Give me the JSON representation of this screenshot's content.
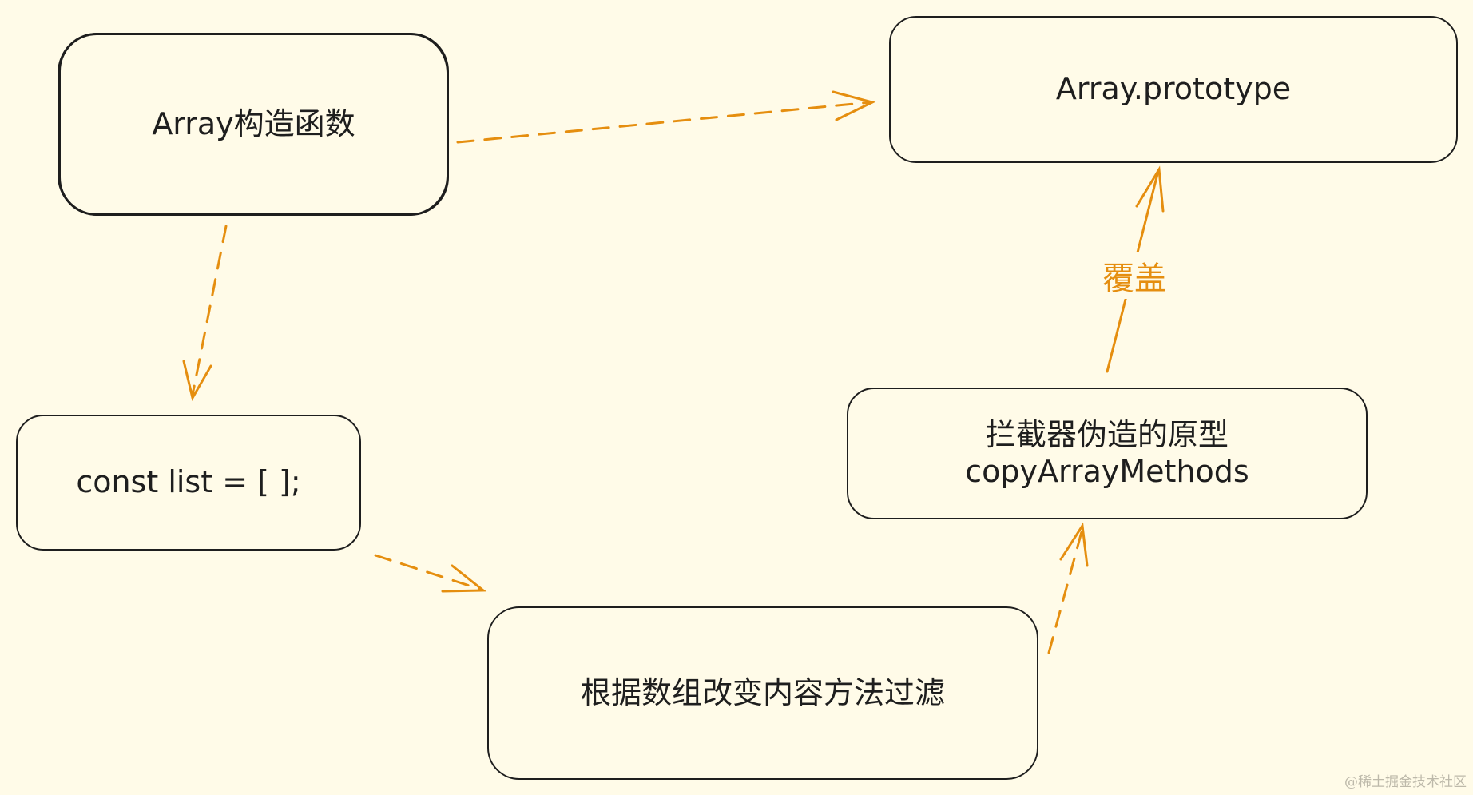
{
  "nodes": {
    "array_constructor": "Array构造函数",
    "array_prototype": "Array.prototype",
    "const_list": "const list = [ ];",
    "filter_methods": "根据数组改变内容方法过滤",
    "copy_methods_line1": "拦截器伪造的原型",
    "copy_methods_line2": "copyArrayMethods"
  },
  "edges": {
    "override_label": "覆盖"
  },
  "colors": {
    "background": "#fffbe8",
    "stroke": "#1e1e1e",
    "arrow": "#e58e0f"
  },
  "watermark": "@稀土掘金技术社区"
}
